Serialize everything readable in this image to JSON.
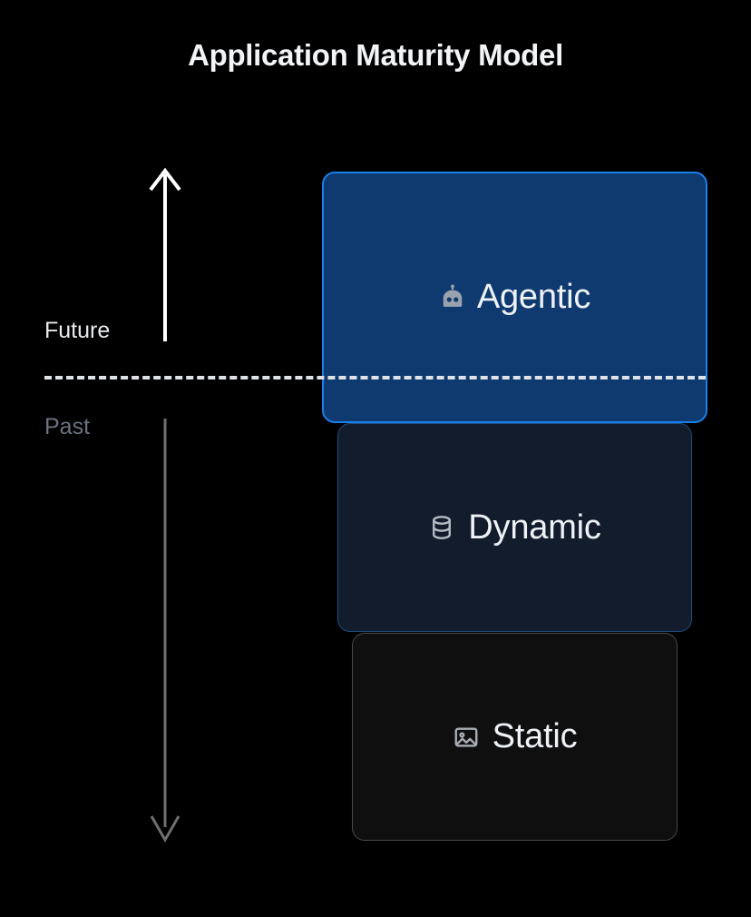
{
  "title": "Application Maturity Model",
  "timeline": {
    "future_label": "Future",
    "past_label": "Past",
    "up_arrow_name": "future-direction-arrow",
    "down_arrow_name": "past-direction-arrow",
    "divider_name": "present-day-dashed-divider",
    "future_color": "#e8eaed",
    "past_color": "#6b7280",
    "divider_color": "#dfe3e8"
  },
  "stages": [
    {
      "id": "agentic",
      "label": "Agentic",
      "icon": "bot-icon",
      "era": "Future",
      "fill_color": "#0f3a70",
      "border_color": "#1a7fe8"
    },
    {
      "id": "dynamic",
      "label": "Dynamic",
      "icon": "database-icon",
      "era": "Past",
      "fill_color": "#121c2c",
      "border_color": "#1c4e80"
    },
    {
      "id": "static",
      "label": "Static",
      "icon": "image-icon",
      "era": "Past",
      "fill_color": "#0f0f0f",
      "border_color": "#4a4a4a"
    }
  ],
  "background_color": "#000000"
}
